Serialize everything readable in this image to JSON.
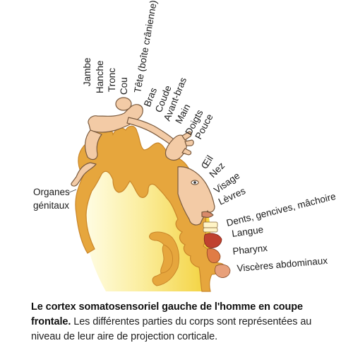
{
  "labels": {
    "leg": "Jambe",
    "hip": "Hanche",
    "trunk": "Tronc",
    "neck": "Cou",
    "head": "Tête (boîte crânienne)",
    "arm": "Bras",
    "elbow": "Coude",
    "forearm": "Avant-bras",
    "hand": "Main",
    "fingers": "Doigts",
    "thumb": "Pouce",
    "eye": "Œil",
    "nose": "Nez",
    "face": "Visage",
    "lips": "Lèvres",
    "teeth": "Dents, gencives, mâchoire",
    "tongue": "Langue",
    "pharynx": "Pharynx",
    "viscera": "Viscères abdominaux",
    "genitals_line1": "Organes",
    "genitals_line2": "génitaux"
  },
  "caption": {
    "title": "Le cortex somatosensoriel gauche de l'homme en coupe frontale.",
    "text": " Les différentes parties du corps sont représentées au niveau de leur aire de projection corticale."
  },
  "colors": {
    "cortex": "#e5a63f",
    "cortex_edge": "#c98524",
    "white_matter_light": "#fffbd8",
    "white_matter_dark": "#f6d84a",
    "homunculus": "#f2c9a4",
    "homunculus_edge": "#7a5a3e",
    "tongue": "#c0412f",
    "pharynx": "#e07c45"
  }
}
